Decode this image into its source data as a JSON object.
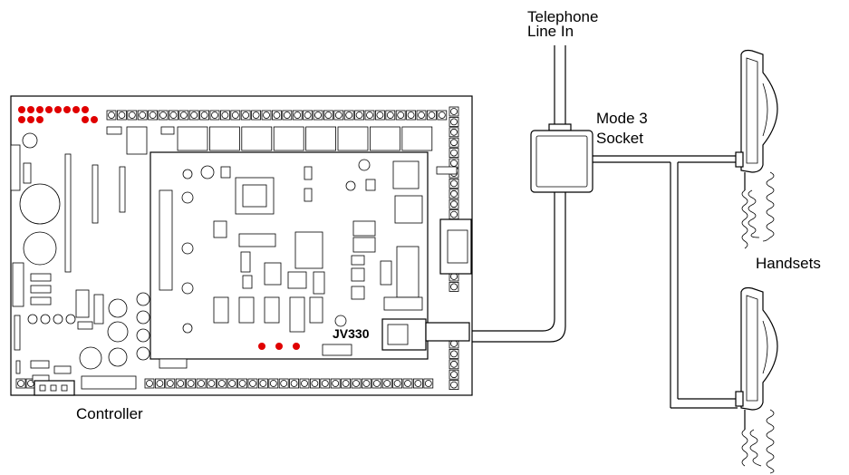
{
  "labels": {
    "telephone_line_1": "Telephone",
    "telephone_line_2": "Line In",
    "socket_1": "Mode 3",
    "socket_2": "Socket",
    "handsets": "Handsets",
    "controller": "Controller",
    "module": "JV330"
  },
  "colors": {
    "led": "#e00000",
    "line": "#000000",
    "background": "#ffffff"
  }
}
